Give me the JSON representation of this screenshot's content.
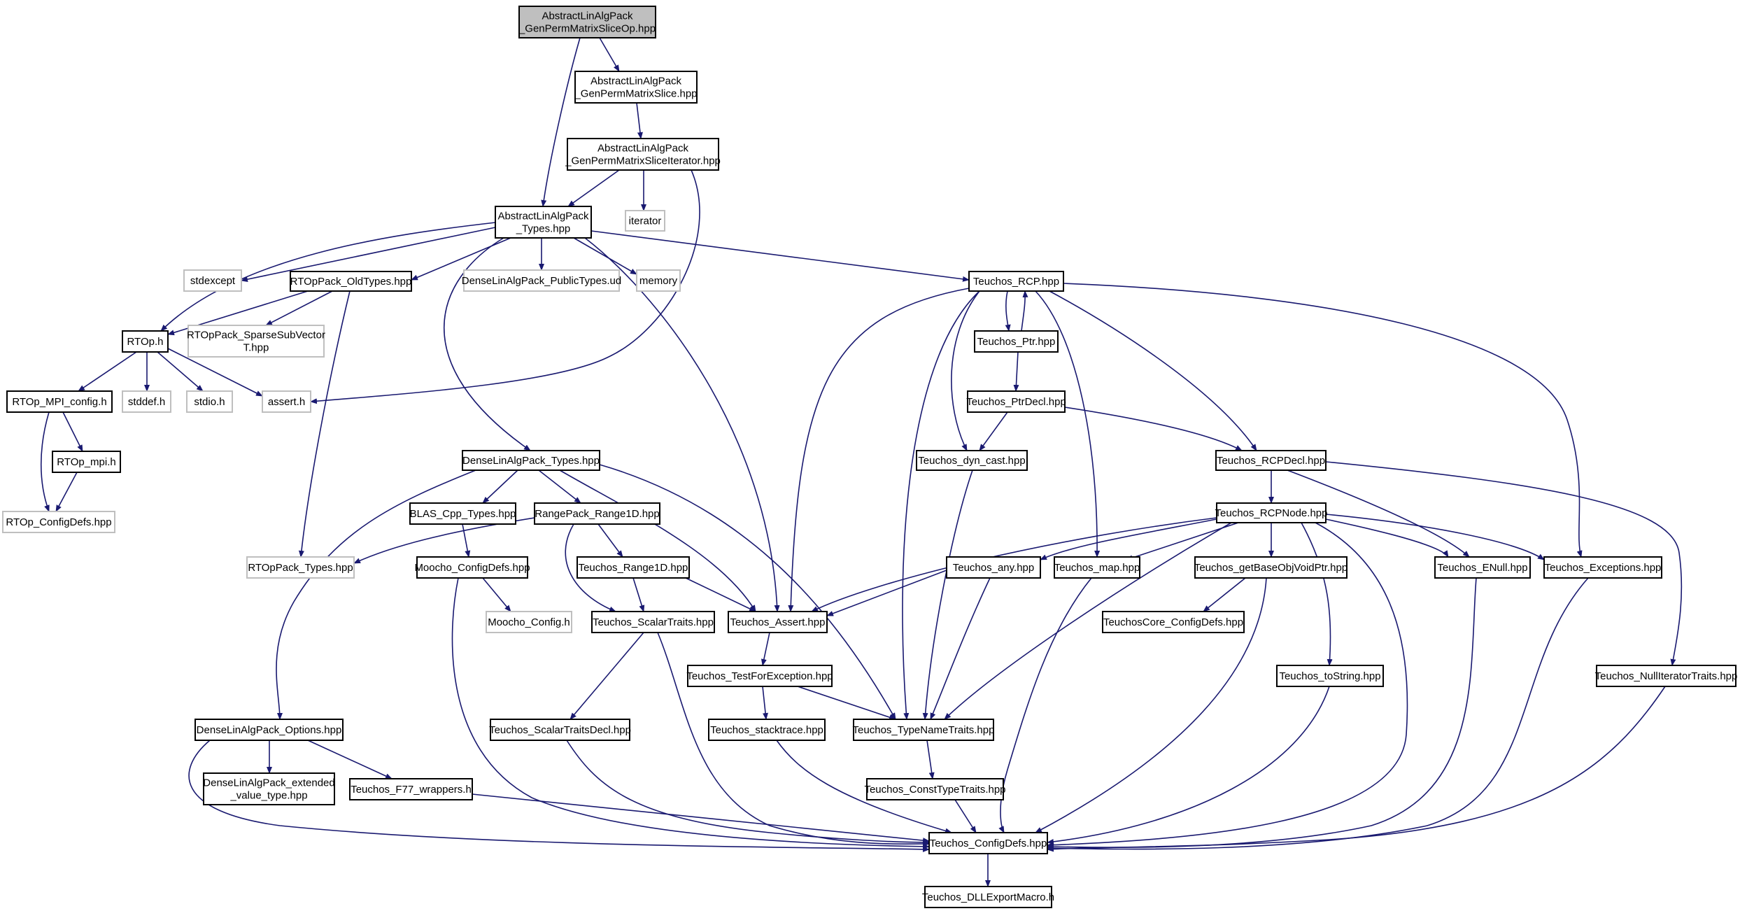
{
  "colors": {
    "edge": "#191970",
    "box_normal": "#000000",
    "box_external": "#bfbfbf",
    "fill_root": "#bfbfbf",
    "fill_normal": "#ffffff",
    "text": "#000000"
  },
  "nodes": [
    {
      "id": "root",
      "lines": [
        "AbstractLinAlgPack",
        "_GenPermMatrixSliceOp.hpp"
      ],
      "kind": "root"
    },
    {
      "id": "slice",
      "lines": [
        "AbstractLinAlgPack",
        "_GenPermMatrixSlice.hpp"
      ],
      "kind": "normal"
    },
    {
      "id": "sliceiter",
      "lines": [
        "AbstractLinAlgPack",
        "_GenPermMatrixSliceIterator.hpp"
      ],
      "kind": "normal"
    },
    {
      "id": "types",
      "lines": [
        "AbstractLinAlgPack",
        "_Types.hpp"
      ],
      "kind": "normal"
    },
    {
      "id": "iterator",
      "lines": [
        "iterator"
      ],
      "kind": "external"
    },
    {
      "id": "stdexcept",
      "lines": [
        "stdexcept"
      ],
      "kind": "external"
    },
    {
      "id": "rtopold",
      "lines": [
        "RTOpPack_OldTypes.hpp"
      ],
      "kind": "normal"
    },
    {
      "id": "densepub",
      "lines": [
        "DenseLinAlgPack_PublicTypes.ud"
      ],
      "kind": "external"
    },
    {
      "id": "memory",
      "lines": [
        "memory"
      ],
      "kind": "external"
    },
    {
      "id": "rcp",
      "lines": [
        "Teuchos_RCP.hpp"
      ],
      "kind": "normal"
    },
    {
      "id": "rtoph",
      "lines": [
        "RTOp.h"
      ],
      "kind": "normal"
    },
    {
      "id": "sparse",
      "lines": [
        "RTOpPack_SparseSubVector",
        "T.hpp"
      ],
      "kind": "external"
    },
    {
      "id": "ptr",
      "lines": [
        "Teuchos_Ptr.hpp"
      ],
      "kind": "normal"
    },
    {
      "id": "mpiconfig",
      "lines": [
        "RTOp_MPI_config.h"
      ],
      "kind": "normal"
    },
    {
      "id": "stddef",
      "lines": [
        "stddef.h"
      ],
      "kind": "external"
    },
    {
      "id": "stdio",
      "lines": [
        "stdio.h"
      ],
      "kind": "external"
    },
    {
      "id": "asserth",
      "lines": [
        "assert.h"
      ],
      "kind": "external"
    },
    {
      "id": "ptrdecl",
      "lines": [
        "Teuchos_PtrDecl.hpp"
      ],
      "kind": "normal"
    },
    {
      "id": "rtopmpi",
      "lines": [
        "RTOp_mpi.h"
      ],
      "kind": "normal"
    },
    {
      "id": "densetypes",
      "lines": [
        "DenseLinAlgPack_Types.hpp"
      ],
      "kind": "normal"
    },
    {
      "id": "dyncast",
      "lines": [
        "Teuchos_dyn_cast.hpp"
      ],
      "kind": "normal"
    },
    {
      "id": "rcpdecl",
      "lines": [
        "Teuchos_RCPDecl.hpp"
      ],
      "kind": "normal"
    },
    {
      "id": "rtopconfigdefs",
      "lines": [
        "RTOp_ConfigDefs.hpp"
      ],
      "kind": "external"
    },
    {
      "id": "blas",
      "lines": [
        "BLAS_Cpp_Types.hpp"
      ],
      "kind": "normal"
    },
    {
      "id": "range1d",
      "lines": [
        "RangePack_Range1D.hpp"
      ],
      "kind": "normal"
    },
    {
      "id": "rcpnode",
      "lines": [
        "Teuchos_RCPNode.hpp"
      ],
      "kind": "normal"
    },
    {
      "id": "rtoptypes",
      "lines": [
        "RTOpPack_Types.hpp"
      ],
      "kind": "external"
    },
    {
      "id": "moochodefs",
      "lines": [
        "Moocho_ConfigDefs.hpp"
      ],
      "kind": "normal"
    },
    {
      "id": "trange1d",
      "lines": [
        "Teuchos_Range1D.hpp"
      ],
      "kind": "normal"
    },
    {
      "id": "any",
      "lines": [
        "Teuchos_any.hpp"
      ],
      "kind": "normal"
    },
    {
      "id": "map",
      "lines": [
        "Teuchos_map.hpp"
      ],
      "kind": "normal"
    },
    {
      "id": "getbase",
      "lines": [
        "Teuchos_getBaseObjVoidPtr.hpp"
      ],
      "kind": "normal"
    },
    {
      "id": "enull",
      "lines": [
        "Teuchos_ENull.hpp"
      ],
      "kind": "normal"
    },
    {
      "id": "exceptions",
      "lines": [
        "Teuchos_Exceptions.hpp"
      ],
      "kind": "normal"
    },
    {
      "id": "moochoconfig",
      "lines": [
        "Moocho_Config.h"
      ],
      "kind": "external"
    },
    {
      "id": "scalartraits",
      "lines": [
        "Teuchos_ScalarTraits.hpp"
      ],
      "kind": "normal"
    },
    {
      "id": "tassert",
      "lines": [
        "Teuchos_Assert.hpp"
      ],
      "kind": "normal"
    },
    {
      "id": "coreconfig",
      "lines": [
        "TeuchosCore_ConfigDefs.hpp"
      ],
      "kind": "normal"
    },
    {
      "id": "testforexc",
      "lines": [
        "Teuchos_TestForException.hpp"
      ],
      "kind": "normal"
    },
    {
      "id": "tostring",
      "lines": [
        "Teuchos_toString.hpp"
      ],
      "kind": "normal"
    },
    {
      "id": "nulliter",
      "lines": [
        "Teuchos_NullIteratorTraits.hpp"
      ],
      "kind": "normal"
    },
    {
      "id": "options",
      "lines": [
        "DenseLinAlgPack_Options.hpp"
      ],
      "kind": "normal"
    },
    {
      "id": "scalardecl",
      "lines": [
        "Teuchos_ScalarTraitsDecl.hpp"
      ],
      "kind": "normal"
    },
    {
      "id": "stacktrace",
      "lines": [
        "Teuchos_stacktrace.hpp"
      ],
      "kind": "normal"
    },
    {
      "id": "typename",
      "lines": [
        "Teuchos_TypeNameTraits.hpp"
      ],
      "kind": "normal"
    },
    {
      "id": "extended",
      "lines": [
        "DenseLinAlgPack_extended",
        "_value_type.hpp"
      ],
      "kind": "normal"
    },
    {
      "id": "f77",
      "lines": [
        "Teuchos_F77_wrappers.h"
      ],
      "kind": "normal"
    },
    {
      "id": "consttype",
      "lines": [
        "Teuchos_ConstTypeTraits.hpp"
      ],
      "kind": "normal"
    },
    {
      "id": "configdefs",
      "lines": [
        "Teuchos_ConfigDefs.hpp"
      ],
      "kind": "normal"
    },
    {
      "id": "dllexport",
      "lines": [
        "Teuchos_DLLExportMacro.h"
      ],
      "kind": "normal"
    }
  ],
  "edges": [
    [
      "root",
      "slice"
    ],
    [
      "root",
      "types"
    ],
    [
      "slice",
      "sliceiter"
    ],
    [
      "sliceiter",
      "types"
    ],
    [
      "sliceiter",
      "iterator"
    ],
    [
      "sliceiter",
      "asserth"
    ],
    [
      "types",
      "stdexcept"
    ],
    [
      "types",
      "rtopold"
    ],
    [
      "types",
      "densepub"
    ],
    [
      "types",
      "memory"
    ],
    [
      "types",
      "rcp"
    ],
    [
      "types",
      "rtoph"
    ],
    [
      "types",
      "densetypes"
    ],
    [
      "types",
      "tassert"
    ],
    [
      "rtopold",
      "rtoph"
    ],
    [
      "rtopold",
      "sparse"
    ],
    [
      "rtopold",
      "rtoptypes"
    ],
    [
      "rtoph",
      "mpiconfig"
    ],
    [
      "rtoph",
      "stddef"
    ],
    [
      "rtoph",
      "stdio"
    ],
    [
      "rtoph",
      "asserth"
    ],
    [
      "mpiconfig",
      "rtopmpi"
    ],
    [
      "mpiconfig",
      "rtopconfigdefs"
    ],
    [
      "rtopmpi",
      "rtopconfigdefs"
    ],
    [
      "rcp",
      "ptr"
    ],
    [
      "rcp",
      "dyncast"
    ],
    [
      "rcp",
      "rcpdecl"
    ],
    [
      "rcp",
      "map"
    ],
    [
      "rcp",
      "exceptions"
    ],
    [
      "rcp",
      "tassert"
    ],
    [
      "rcp",
      "typename"
    ],
    [
      "ptr",
      "rcp"
    ],
    [
      "ptr",
      "ptrdecl"
    ],
    [
      "ptrdecl",
      "dyncast"
    ],
    [
      "ptrdecl",
      "rcpdecl"
    ],
    [
      "dyncast",
      "typename"
    ],
    [
      "rcpdecl",
      "rcpnode"
    ],
    [
      "rcpdecl",
      "enull"
    ],
    [
      "rcpdecl",
      "nulliter"
    ],
    [
      "rcpnode",
      "tassert"
    ],
    [
      "rcpnode",
      "any"
    ],
    [
      "rcpnode",
      "map"
    ],
    [
      "rcpnode",
      "getbase"
    ],
    [
      "rcpnode",
      "enull"
    ],
    [
      "rcpnode",
      "exceptions"
    ],
    [
      "rcpnode",
      "typename"
    ],
    [
      "rcpnode",
      "tostring"
    ],
    [
      "rcpnode",
      "configdefs"
    ],
    [
      "densetypes",
      "blas"
    ],
    [
      "densetypes",
      "range1d"
    ],
    [
      "densetypes",
      "tassert"
    ],
    [
      "densetypes",
      "options"
    ],
    [
      "densetypes",
      "typename"
    ],
    [
      "blas",
      "moochodefs"
    ],
    [
      "range1d",
      "rtoptypes"
    ],
    [
      "range1d",
      "trange1d"
    ],
    [
      "range1d",
      "scalartraits"
    ],
    [
      "moochodefs",
      "moochoconfig"
    ],
    [
      "moochodefs",
      "configdefs"
    ],
    [
      "trange1d",
      "scalartraits"
    ],
    [
      "trange1d",
      "tassert"
    ],
    [
      "any",
      "tassert"
    ],
    [
      "any",
      "typename"
    ],
    [
      "map",
      "configdefs"
    ],
    [
      "getbase",
      "coreconfig"
    ],
    [
      "getbase",
      "configdefs"
    ],
    [
      "enull",
      "configdefs"
    ],
    [
      "exceptions",
      "configdefs"
    ],
    [
      "scalartraits",
      "scalardecl"
    ],
    [
      "scalartraits",
      "configdefs"
    ],
    [
      "tassert",
      "testforexc"
    ],
    [
      "testforexc",
      "stacktrace"
    ],
    [
      "testforexc",
      "typename"
    ],
    [
      "tostring",
      "configdefs"
    ],
    [
      "nulliter",
      "configdefs"
    ],
    [
      "options",
      "extended"
    ],
    [
      "options",
      "f77"
    ],
    [
      "options",
      "configdefs"
    ],
    [
      "scalardecl",
      "configdefs"
    ],
    [
      "stacktrace",
      "configdefs"
    ],
    [
      "typename",
      "consttype"
    ],
    [
      "f77",
      "configdefs"
    ],
    [
      "consttype",
      "configdefs"
    ],
    [
      "configdefs",
      "dllexport"
    ]
  ]
}
